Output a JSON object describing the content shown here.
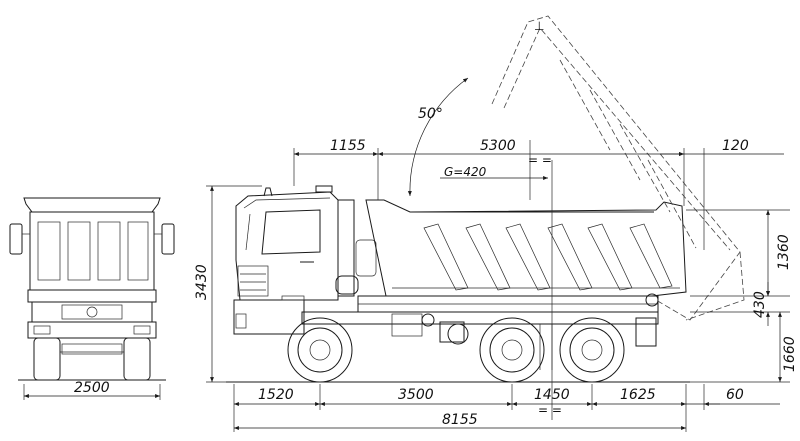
{
  "drawing": {
    "dimensions": {
      "front_width": "2500",
      "overall_height": "3430",
      "front_overhang": "1520",
      "wheelbase": "3500",
      "bogie": "1450",
      "rear_overhang": "1625",
      "rear_gap": "60",
      "overall_length": "8155",
      "cab_to_body": "1155",
      "body_length": "5300",
      "rear_projection": "120",
      "body_side_height": "1360",
      "subframe_height": "430",
      "frame_height": "1660"
    },
    "annotations": {
      "tipping_angle": "50°",
      "center_of_gravity": "G=420",
      "equal_mark": "= ="
    }
  }
}
